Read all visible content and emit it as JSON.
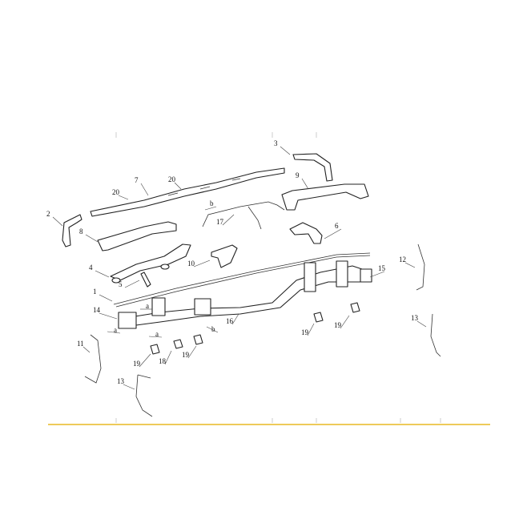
{
  "diagram": {
    "accent_line_color": "#e8b923",
    "callouts": [
      "1",
      "2",
      "3",
      "4",
      "5",
      "6",
      "7",
      "8",
      "9",
      "10",
      "11",
      "12",
      "13",
      "13",
      "14",
      "15",
      "16",
      "17",
      "18",
      "19",
      "19",
      "19",
      "19",
      "20",
      "20",
      "a",
      "a",
      "a",
      "b",
      "b"
    ]
  }
}
